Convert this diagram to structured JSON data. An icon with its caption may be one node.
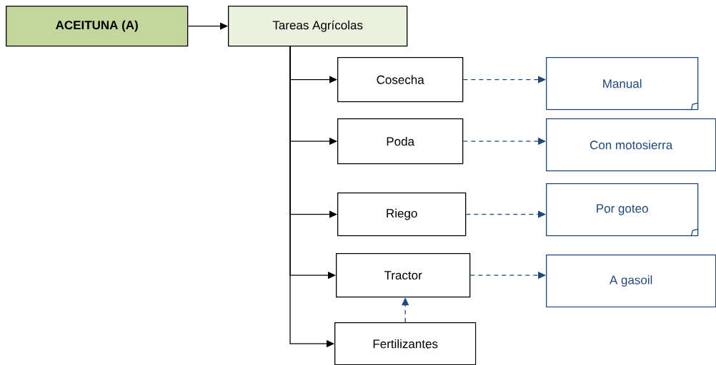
{
  "diagram": {
    "nodes": [
      {
        "text": [
          "ACEITUNA (A)"
        ]
      },
      {
        "text": [
          "Tareas Agrícolas"
        ]
      },
      {
        "text": [
          "Cosecha"
        ]
      },
      {
        "text": [
          "Poda"
        ]
      },
      {
        "text": [
          "Riego"
        ]
      },
      {
        "text": [
          "Tractor"
        ]
      },
      {
        "text": [
          "Fertilizantes"
        ]
      },
      {
        "text": [
          "Manual"
        ]
      },
      {
        "text": [
          "Con motosierra"
        ]
      },
      {
        "text": [
          "Por goteo"
        ]
      },
      {
        "text": [
          "A gasoil"
        ]
      }
    ],
    "edges": [
      {
        "from": 0,
        "to": 1,
        "arrow": "to"
      },
      {
        "from": 1,
        "to": 2,
        "arrow": "to"
      },
      {
        "from": 1,
        "to": 3,
        "arrow": "to"
      },
      {
        "from": 1,
        "to": 4,
        "arrow": "to"
      },
      {
        "from": 1,
        "to": 5,
        "arrow": "to"
      },
      {
        "from": 1,
        "to": 6,
        "arrow": "to"
      },
      {
        "from": 2,
        "to": 7,
        "arrow": "to",
        "style": "dashed",
        "color": "#1f497d"
      },
      {
        "from": 3,
        "to": 8,
        "arrow": "to",
        "style": "dashed",
        "color": "#1f497d"
      },
      {
        "from": 4,
        "to": 9,
        "arrow": "to",
        "style": "dashed",
        "color": "#1f497d"
      },
      {
        "from": 5,
        "to": 10,
        "arrow": "to",
        "style": "dashed",
        "color": "#1f497d"
      },
      {
        "from": 6,
        "to": 5,
        "arrow": "to",
        "style": "dashed",
        "color": "#1f497d"
      }
    ]
  }
}
